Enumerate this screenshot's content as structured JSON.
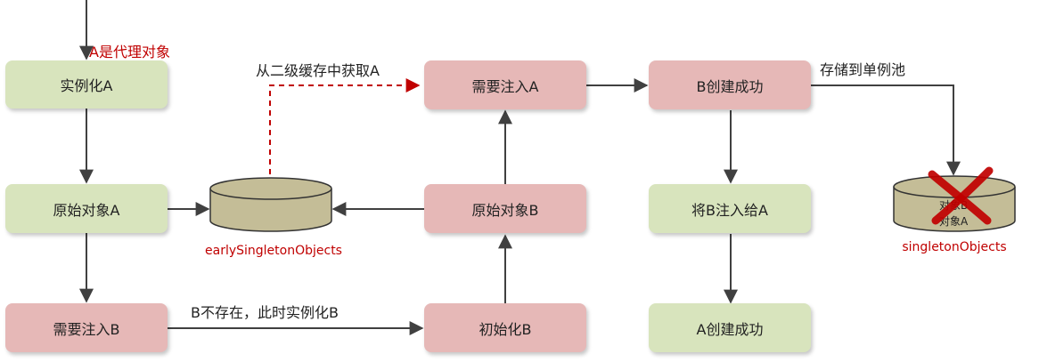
{
  "labels": {
    "a_is_proxy": "A是代理对象",
    "get_from_l2": "从二级缓存中获取A",
    "store_to_pool": "存储到单例池",
    "b_not_exist": "B不存在，此时实例化B"
  },
  "boxes": {
    "instantiate_a": "实例化A",
    "raw_object_a": "原始对象A",
    "need_inject_b": "需要注入B",
    "need_inject_a": "需要注入A",
    "raw_object_b": "原始对象B",
    "init_b": "初始化B",
    "b_created": "B创建成功",
    "inject_b_to_a": "将B注入给A",
    "a_created": "A创建成功"
  },
  "caches": {
    "early": {
      "name": "earlySingletonObjects"
    },
    "singleton": {
      "name": "singletonObjects",
      "item_b": "对象B",
      "item_a": "对象A"
    }
  },
  "colors": {
    "green_box": "#d8e4bd",
    "pink_box": "#e6b8b7",
    "cylinder": "#c4bd97",
    "red_text": "#c00000",
    "red_cross": "#c00000"
  }
}
